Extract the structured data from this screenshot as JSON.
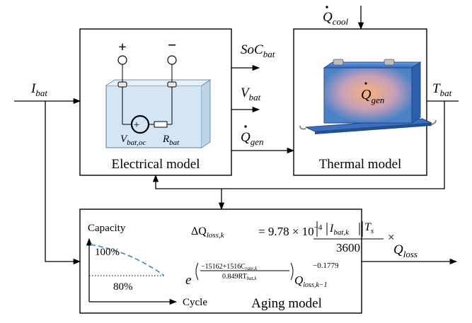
{
  "blocks": {
    "electrical": "Electrical model",
    "thermal": "Thermal model",
    "aging": "Aging model"
  },
  "signals": {
    "i_bat": {
      "main": "I",
      "sub": "bat"
    },
    "soc_bat": {
      "main": "SoC",
      "sub": "bat"
    },
    "v_bat": {
      "main": "V",
      "sub": "bat"
    },
    "q_gen": {
      "main": "Q",
      "sub": "gen"
    },
    "t_bat": {
      "main": "T",
      "sub": "bat"
    },
    "q_cool": {
      "main": "Q",
      "sub": "cool"
    },
    "q_loss": {
      "main": "Q",
      "sub": "loss"
    }
  },
  "battery_circuit": {
    "plus": "+",
    "minus": "−",
    "source_label": {
      "main": "V",
      "sub": "bat,oc"
    },
    "resistor_label": {
      "main": "R",
      "sub": "bat"
    }
  },
  "thermal_inner": {
    "main": "Q",
    "sub": "gen"
  },
  "aging_plot": {
    "y_axis": "Capacity",
    "x_axis": "Cycle",
    "start_level": "100%",
    "end_level": "80%"
  },
  "formula": {
    "lhs_main": "ΔQ",
    "lhs_sub": "loss,k",
    "eq_coeff": "= 9.78 × 10",
    "eq_exp": "−4",
    "num_i": "I",
    "num_i_sub": "bat,k",
    "num_t": "T",
    "num_t_sub": "s",
    "denominator": "3600",
    "times": "×",
    "e": "e",
    "exp_num": "−15162+1516C",
    "exp_num_sub": "rate,k",
    "exp_den": "0.849RT",
    "exp_den_sub": "bat,k",
    "q_main": "Q",
    "q_sub": "loss,k−1",
    "q_exp": "0.1779"
  }
}
